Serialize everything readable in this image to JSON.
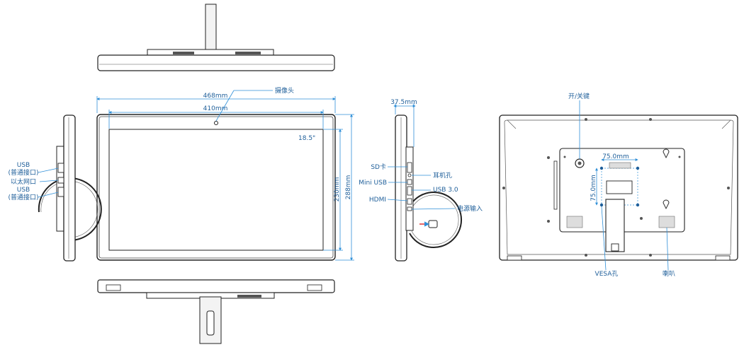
{
  "front": {
    "width_overall": "468mm",
    "width_display": "410mm",
    "camera": "摄像头",
    "diagonal": "18.5\"",
    "height_display": "230mm",
    "height_overall": "288mm"
  },
  "left_side": {
    "usb_top": "USB",
    "usb_top_note": "(普通接口)",
    "ethernet": "以太网口",
    "usb_bottom": "USB",
    "usb_bottom_note": "(普通接口)"
  },
  "right_side": {
    "depth": "37.5mm",
    "sd_card": "SD卡",
    "mini_usb": "Mini USB",
    "hdmi": "HDMI",
    "earphone": "耳机孔",
    "usb3": "USB 3.0",
    "power_input": "电源输入"
  },
  "back": {
    "power_switch": "开/关键",
    "vesa_h": "75.0mm",
    "vesa_v": "75.0mm",
    "vesa_hole": "VESA孔",
    "speaker": "喇叭"
  },
  "colors": {
    "dimension": "#2f8fd8",
    "label": "#1f5f9a",
    "outline": "#222222"
  }
}
